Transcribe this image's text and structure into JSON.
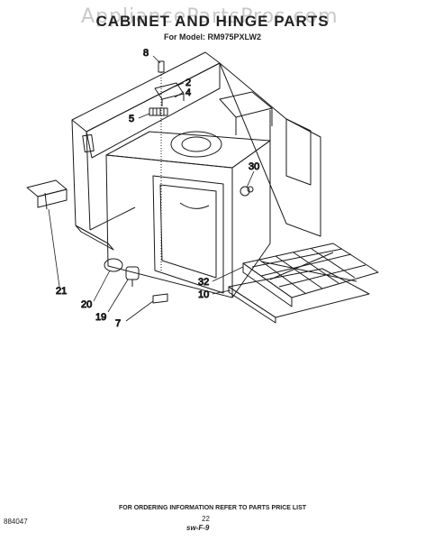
{
  "header": {
    "watermark": "AppliancePartsPros.com",
    "title": "CABINET AND HINGE PARTS",
    "subtitle": "For Model: RM975PXLW2"
  },
  "callouts": [
    "8",
    "2",
    "4",
    "5",
    "30",
    "21",
    "32",
    "10",
    "20",
    "19",
    "7"
  ],
  "footer": {
    "note": "FOR ORDERING INFORMATION REFER TO PARTS PRICE LIST",
    "code": "884047",
    "page": "22",
    "mark": "sw-F-9"
  }
}
